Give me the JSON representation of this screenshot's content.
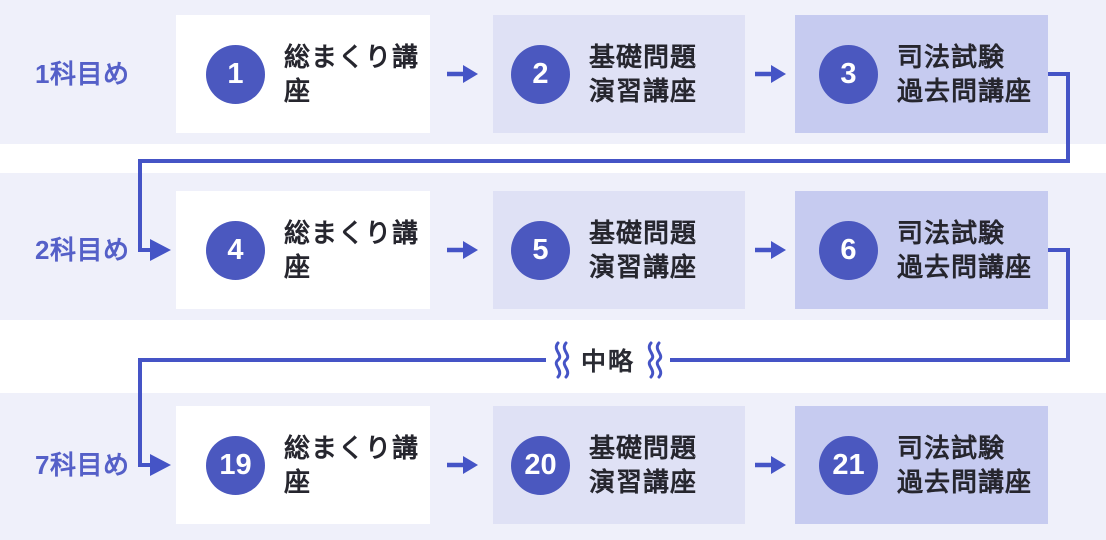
{
  "colors": {
    "accent": "#4554C6",
    "circle": "#4B58BF",
    "label": "#5560C8",
    "band": "#EFF0FA",
    "card-default": "#FFFFFF",
    "card-practice": "#DFE1F5",
    "card-exam": "#C6CBF0",
    "text-dark": "#26262E"
  },
  "rows": [
    {
      "label": "1科目め",
      "steps": [
        {
          "number": "1",
          "line1": "総まくり講座",
          "line2": ""
        },
        {
          "number": "2",
          "line1": "基礎問題",
          "line2": "演習講座"
        },
        {
          "number": "3",
          "line1": "司法試験",
          "line2": "過去問講座"
        }
      ]
    },
    {
      "label": "2科目め",
      "steps": [
        {
          "number": "4",
          "line1": "総まくり講座",
          "line2": ""
        },
        {
          "number": "5",
          "line1": "基礎問題",
          "line2": "演習講座"
        },
        {
          "number": "6",
          "line1": "司法試験",
          "line2": "過去問講座"
        }
      ]
    },
    {
      "label": "7科目め",
      "steps": [
        {
          "number": "19",
          "line1": "総まくり講座",
          "line2": ""
        },
        {
          "number": "20",
          "line1": "基礎問題",
          "line2": "演習講座"
        },
        {
          "number": "21",
          "line1": "司法試験",
          "line2": "過去問講座"
        }
      ]
    }
  ],
  "omission": {
    "label": "中略"
  }
}
